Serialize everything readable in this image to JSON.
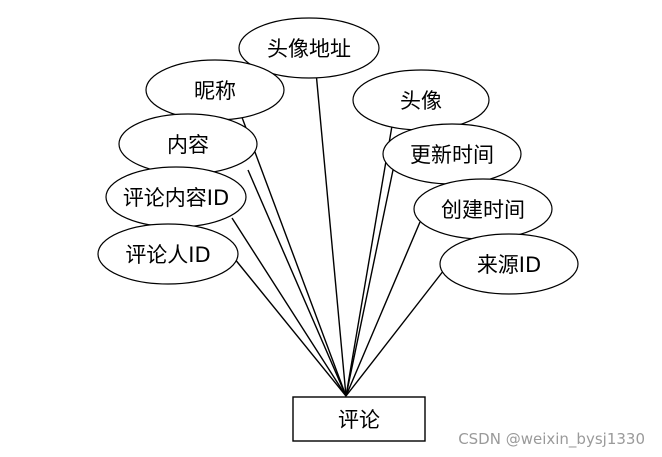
{
  "entity": {
    "label": "评论"
  },
  "attributes": {
    "avatar_url": "头像地址",
    "nickname": "昵称",
    "avatar": "头像",
    "content": "内容",
    "update_time": "更新时间",
    "comment_content_id": "评论内容ID",
    "create_time": "创建时间",
    "commenter_id": "评论人ID",
    "source_id": "来源ID"
  },
  "watermark": {
    "text": "CSDN @weixin_bysj1330"
  }
}
